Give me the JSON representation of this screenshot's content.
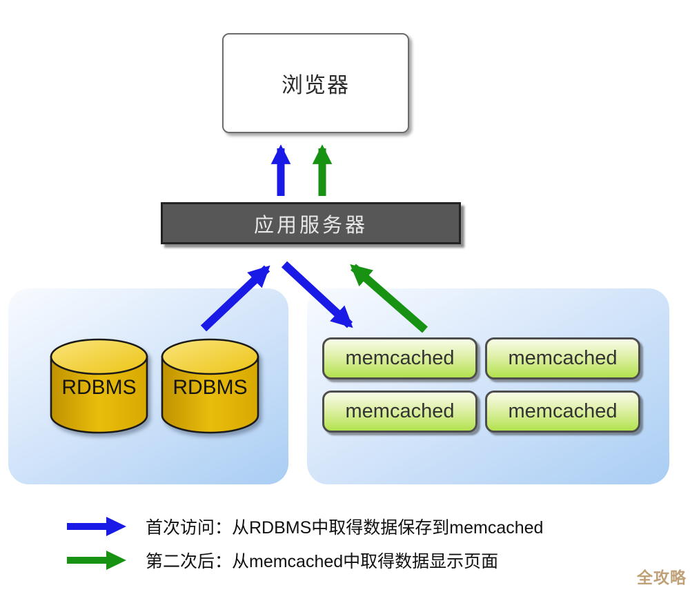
{
  "browser": {
    "label": "浏览器"
  },
  "app_server": {
    "label": "应用服务器"
  },
  "rdbms_group": {
    "items": [
      {
        "label": "RDBMS"
      },
      {
        "label": "RDBMS"
      }
    ]
  },
  "memcached_group": {
    "items": [
      {
        "label": "memcached"
      },
      {
        "label": "memcached"
      },
      {
        "label": "memcached"
      },
      {
        "label": "memcached"
      }
    ]
  },
  "legend": [
    {
      "label": "首次访问：从RDBMS中取得数据保存到memcached",
      "color": "#1a1ae6"
    },
    {
      "label": "第二次后：从memcached中取得数据显示页面",
      "color": "#189212"
    }
  ],
  "watermark": "全攻略",
  "colors": {
    "first_access_blue": "#1a1ae6",
    "second_access_green": "#189212",
    "server_gray": "#575757",
    "panel_blue": "#a9cdf3",
    "memcached_green": "#b2e24e",
    "rdbms_gold": "#e3ac00"
  }
}
